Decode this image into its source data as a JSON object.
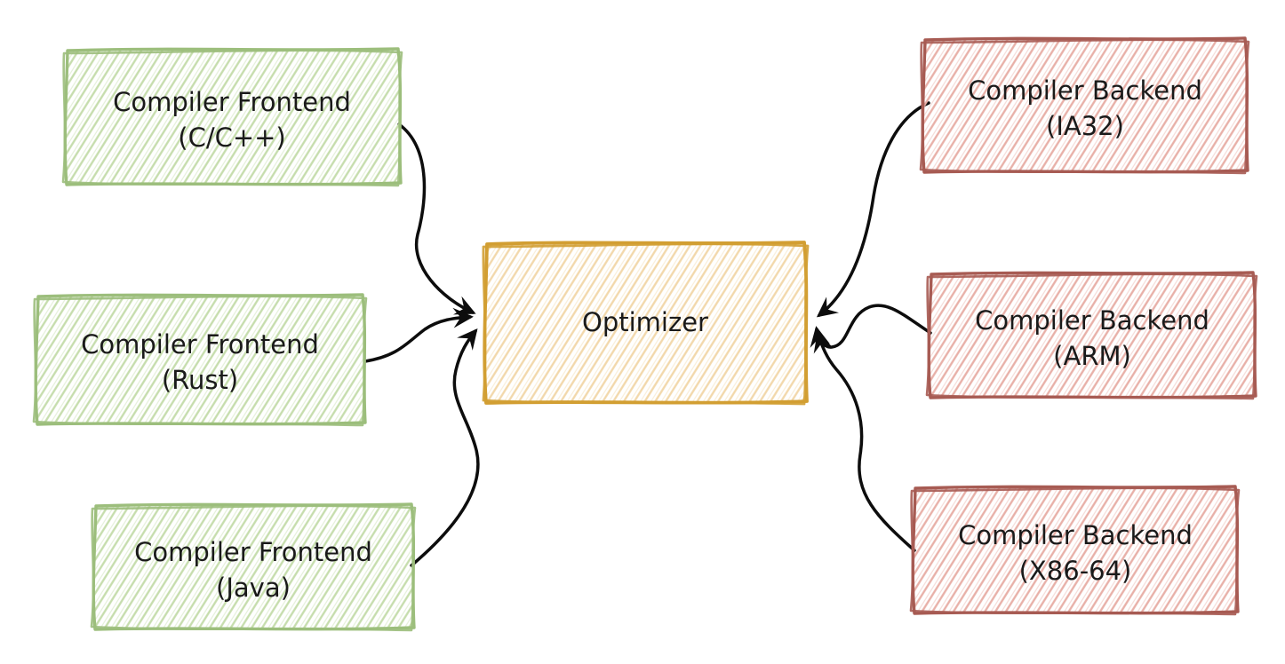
{
  "diagram": {
    "nodes": {
      "optimizer": {
        "label": "Optimizer"
      },
      "frontends": [
        {
          "title": "Compiler Frontend",
          "subtitle": "(C/C++)"
        },
        {
          "title": "Compiler Frontend",
          "subtitle": "(Rust)"
        },
        {
          "title": "Compiler Frontend",
          "subtitle": "(Java)"
        }
      ],
      "backends": [
        {
          "title": "Compiler Backend",
          "subtitle": "(IA32)"
        },
        {
          "title": "Compiler Backend",
          "subtitle": "(ARM)"
        },
        {
          "title": "Compiler Backend",
          "subtitle": "(X86-64)"
        }
      ]
    },
    "colors": {
      "frontend_border": "#9cbe7c",
      "frontend_hatch": "#c6ddad",
      "optimizer_border": "#d29e32",
      "optimizer_hatch": "#f2d8ab",
      "backend_border": "#a75b53",
      "backend_hatch": "#e8b0a8",
      "arrow": "#0d0d0d",
      "text": "#1a1a1a",
      "background": "#ffffff"
    }
  }
}
